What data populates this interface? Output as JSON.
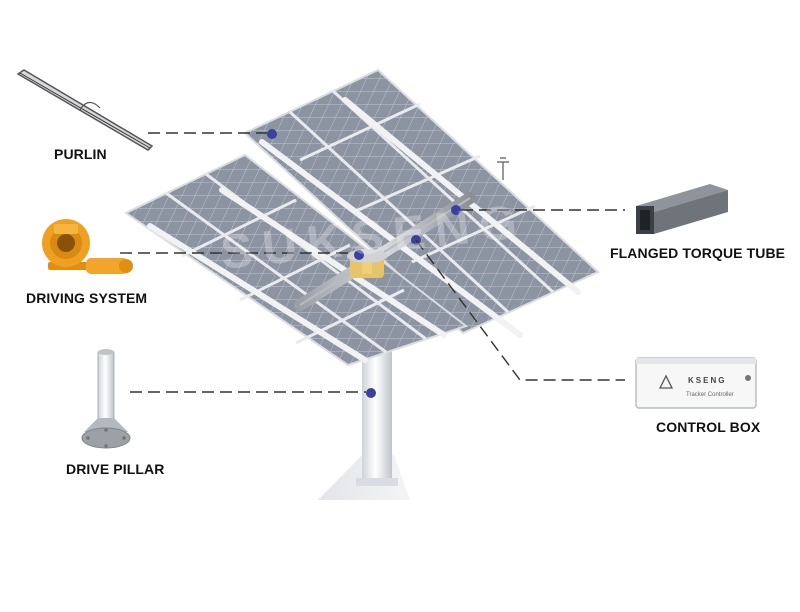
{
  "watermark": "SUKSENG",
  "labels": {
    "purlin": "PURLIN",
    "driving_system": "DRIVING SYSTEM",
    "drive_pillar": "DRIVE PILLAR",
    "flanged_torque_tube": "FLANGED TORQUE TUBE",
    "control_box": "CONTROL BOX"
  },
  "control_box_text": {
    "brand": "KSENG",
    "caption": "Tracker Controller"
  },
  "colors": {
    "marker": "#3b3f9e",
    "leader_line": "#333333",
    "panel": "#8e96a3",
    "frame": "#e6e8ec",
    "driving_system": "#f0a020"
  }
}
